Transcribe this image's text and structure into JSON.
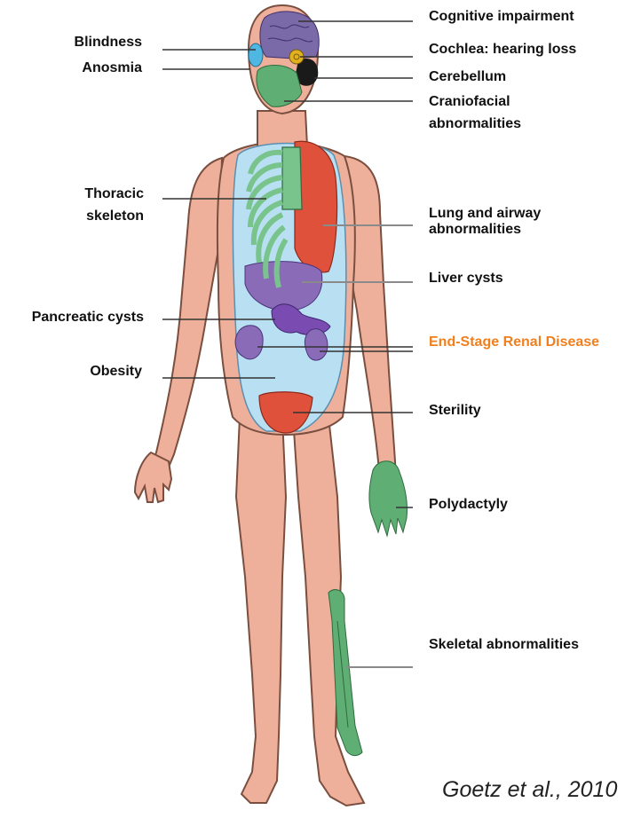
{
  "labels": {
    "cognitive": "Cognitive impairment",
    "blindness": "Blindness",
    "cochlea": "Cochlea: hearing loss",
    "anosmia": "Anosmia",
    "cerebellum": "Cerebellum",
    "craniofacial": "Craniofacial abnormalities",
    "thoracic": "Thoracic skeleton",
    "lung": "Lung and airway abnormalities",
    "liver": "Liver cysts",
    "pancreatic": "Pancreatic cysts",
    "renal": "End-Stage Renal Disease",
    "obesity": "Obesity",
    "sterility": "Sterility",
    "polydactyly": "Polydactyly",
    "skeletal": "Skeletal abnormalities"
  },
  "citation": "Goetz et al., 2010",
  "colors": {
    "skin": "#eeb09b",
    "body_cavity": "#b9e0f2",
    "skeleton_green": "#79c38c",
    "lung_red": "#e0513b",
    "organ_purple": "#8a6bb8",
    "brain_purple": "#7a6aa8",
    "renal_label_orange": "#f07f1e"
  }
}
